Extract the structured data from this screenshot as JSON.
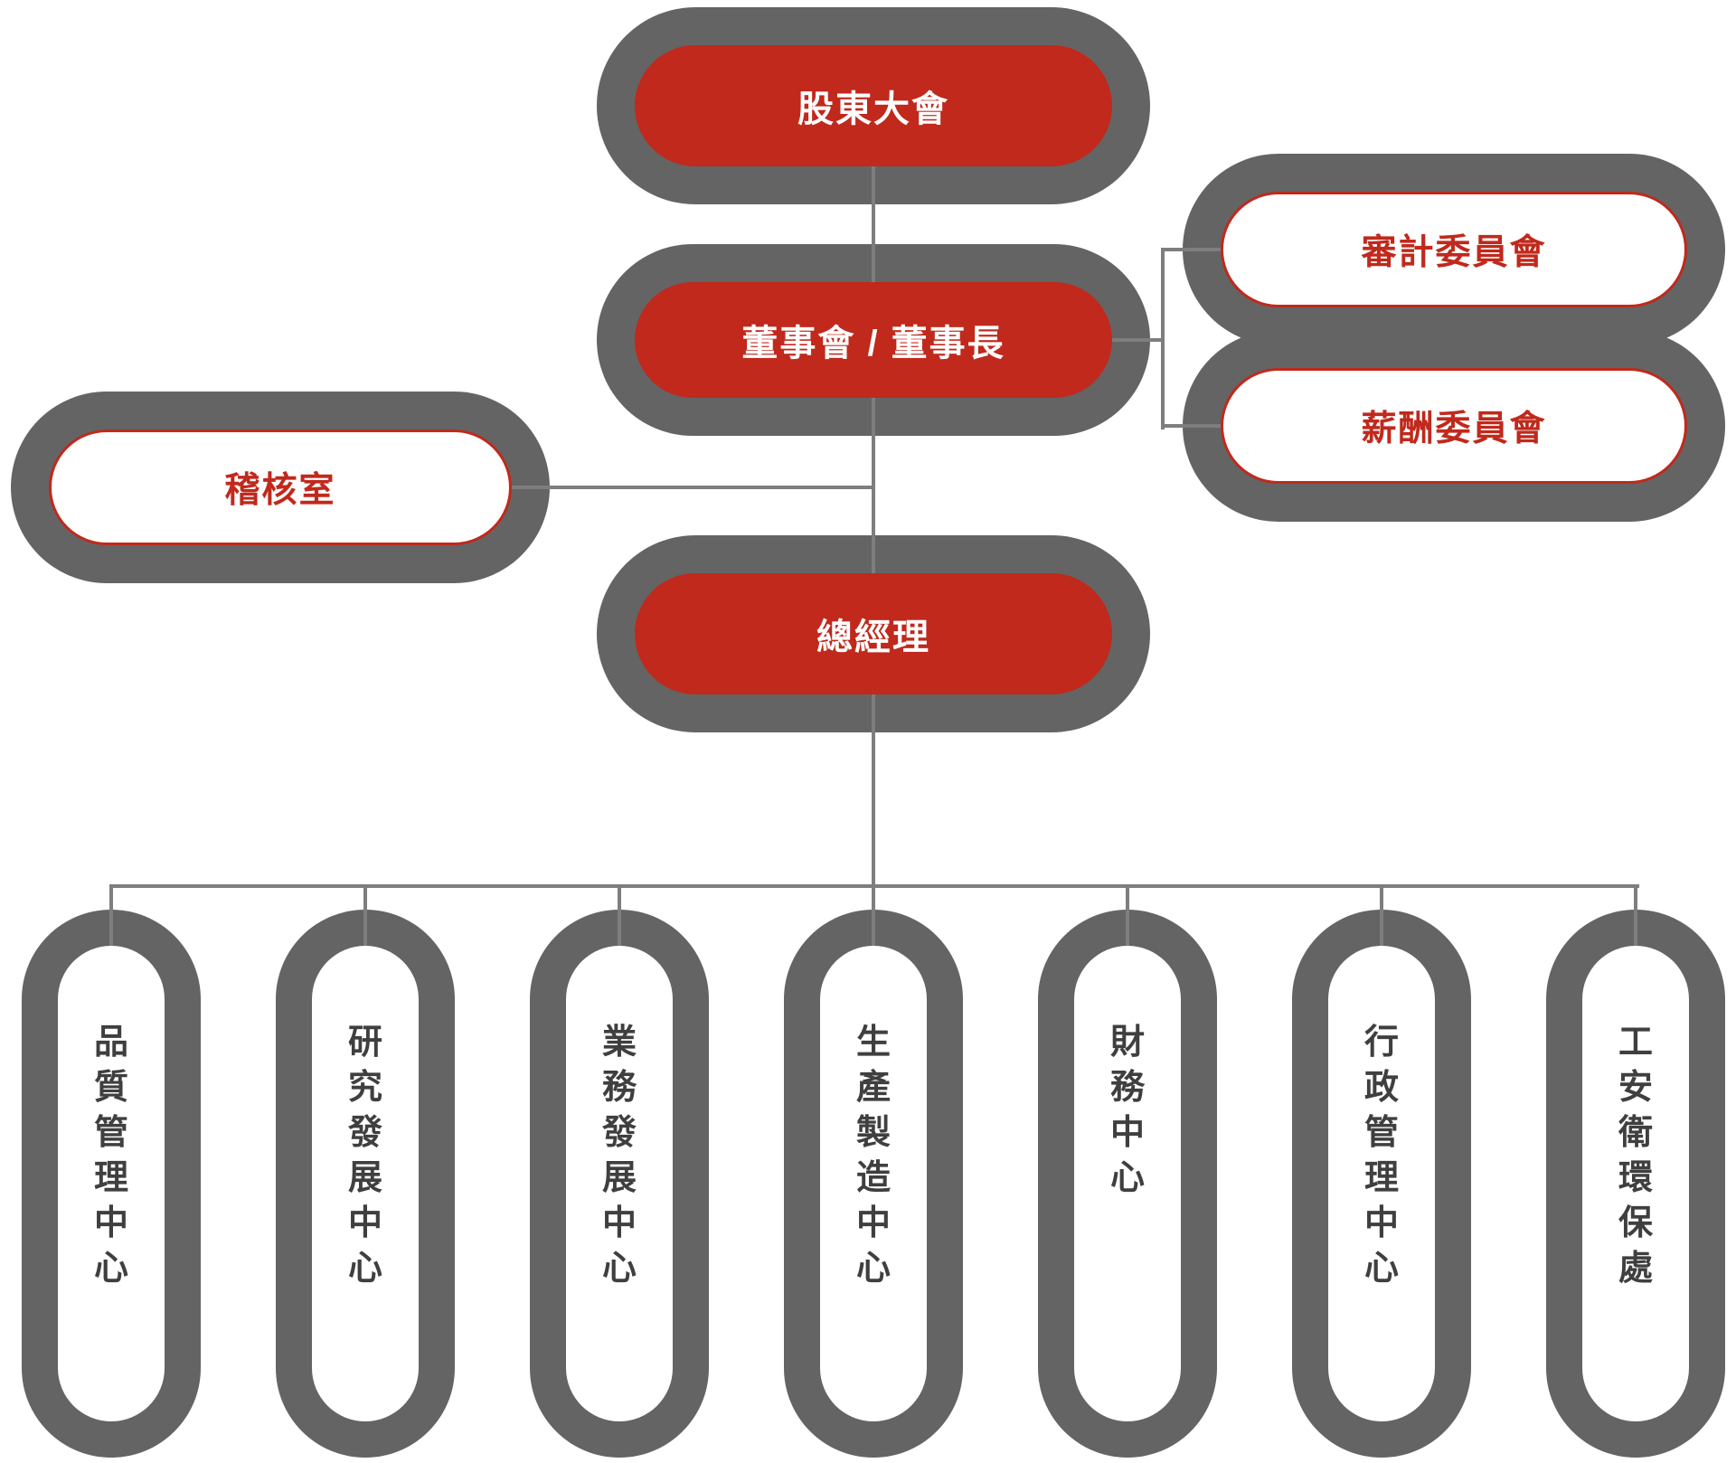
{
  "diagram": {
    "type": "org-chart",
    "nodes": {
      "shareholders": "股東大會",
      "board": "董事會 / 董事長",
      "audit_committee": "審計委員會",
      "compensation_committee": "薪酬委員會",
      "audit_office": "稽核室",
      "general_manager": "總經理"
    },
    "departments": [
      {
        "label": "品質管理中心"
      },
      {
        "label": "研究發展中心"
      },
      {
        "label": "業務發展中心"
      },
      {
        "label": "生產製造中心"
      },
      {
        "label": "財務中心"
      },
      {
        "label": "行政管理中心"
      },
      {
        "label": "工安衛環保處"
      }
    ],
    "colors": {
      "node_fill_red": "#C0291C",
      "node_border_gray": "#646464",
      "connector_gray": "#7E7E7E",
      "committee_text_red": "#C0291C",
      "department_text": "#3F3F3F",
      "background": "#FFFFFF"
    }
  }
}
